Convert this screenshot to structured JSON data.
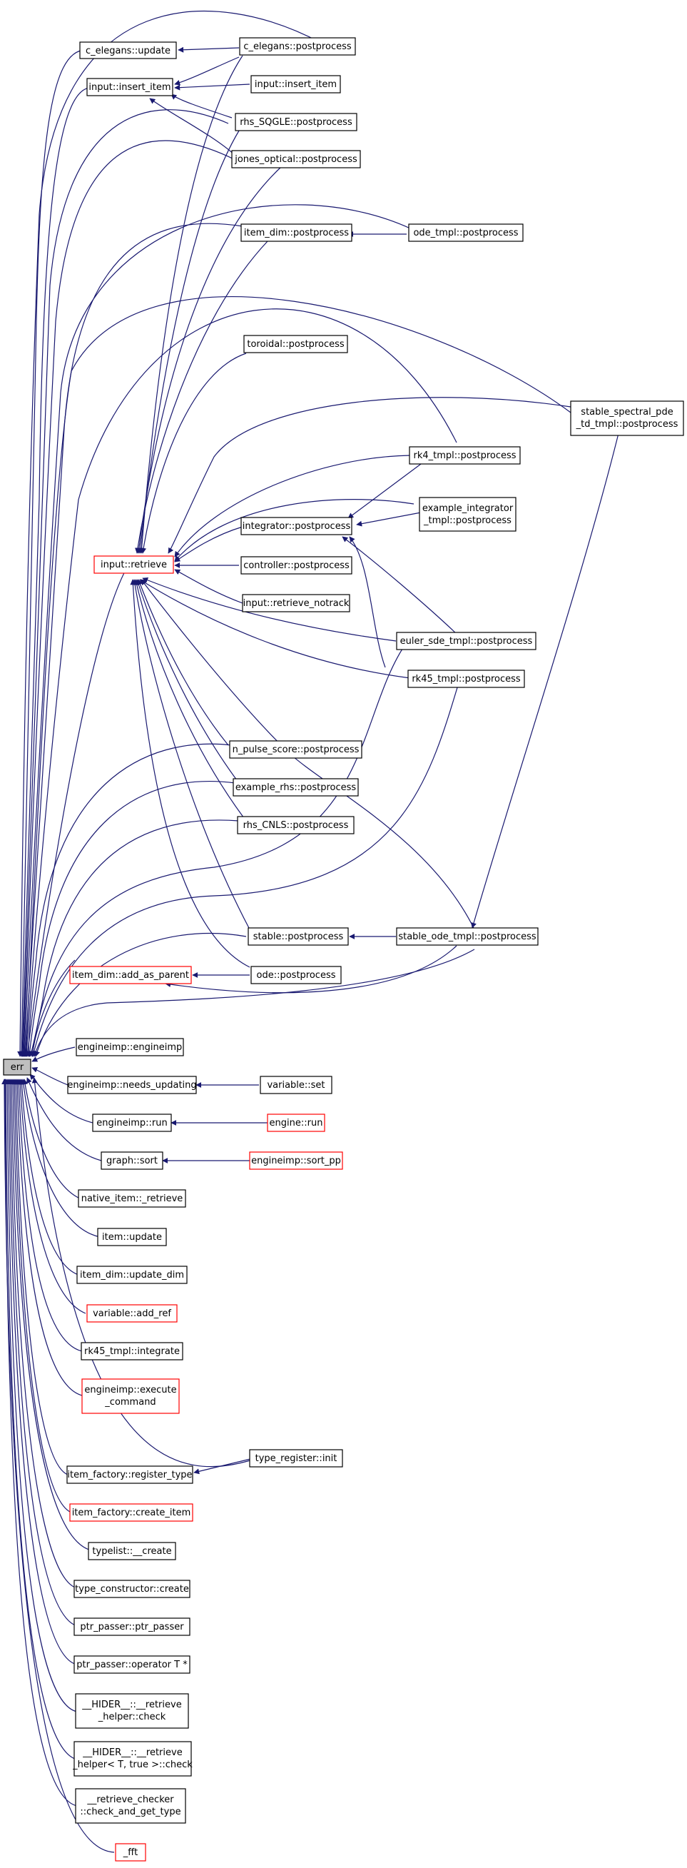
{
  "root": {
    "label": "err",
    "fill": "#bfbfbf"
  },
  "colors": {
    "edge": "#191970",
    "incomplete": "#ff0000",
    "normal": "#000000"
  },
  "nodes": {
    "c_elegans_update": "c_elegans::update",
    "c_elegans_pp": "c_elegans::postprocess",
    "input_insert_item": "input::insert_item",
    "input_insert_item2": "input::insert_item",
    "rhs_sqgle_pp": "rhs_SQGLE::postprocess",
    "jones_optical_pp": "jones_optical::postprocess",
    "item_dim_pp": "item_dim::postprocess",
    "ode_tmpl_pp": "ode_tmpl::postprocess",
    "toroidal_pp": "toroidal::postprocess",
    "stable_spectral_line1": "stable_spectral_pde",
    "stable_spectral_line2": "_td_tmpl::postprocess",
    "rk4_tmpl_pp": "rk4_tmpl::postprocess",
    "example_integrator_line1": "example_integrator",
    "example_integrator_line2": "_tmpl::postprocess",
    "integrator_pp": "integrator::postprocess",
    "input_retrieve": "input::retrieve",
    "controller_pp": "controller::postprocess",
    "input_retrieve_notrack": "input::retrieve_notrack",
    "euler_sde_pp": "euler_sde_tmpl::postprocess",
    "rk45_tmpl_pp": "rk45_tmpl::postprocess",
    "n_pulse_score_pp": "n_pulse_score::postprocess",
    "example_rhs_pp": "example_rhs::postprocess",
    "rhs_cnls_pp": "rhs_CNLS::postprocess",
    "stable_pp": "stable::postprocess",
    "stable_ode_tmpl_pp": "stable_ode_tmpl::postprocess",
    "item_dim_add_as_parent": "item_dim::add_as_parent",
    "ode_pp": "ode::postprocess",
    "engineimp_engineimp": "engineimp::engineimp",
    "engineimp_needs_updating": "engineimp::needs_updating",
    "variable_set": "variable::set",
    "engineimp_run": "engineimp::run",
    "engine_run": "engine::run",
    "graph_sort": "graph::sort",
    "engineimp_sort_pp": "engineimp::sort_pp",
    "native_item_retrieve": "native_item::_retrieve",
    "item_update": "item::update",
    "item_dim_update_dim": "item_dim::update_dim",
    "variable_add_ref": "variable::add_ref",
    "rk45_tmpl_integrate": "rk45_tmpl::integrate",
    "engineimp_execute_line1": "engineimp::execute",
    "engineimp_execute_line2": "_command",
    "type_register_init": "type_register::init",
    "item_factory_register_type": "item_factory::register_type",
    "item_factory_create_item": "item_factory::create_item",
    "typelist_create": "typelist::__create",
    "type_constructor_create": "type_constructor::create",
    "ptr_passer_ptr_passer": "ptr_passer::ptr_passer",
    "ptr_passer_operator": "ptr_passer::operator T *",
    "hider_check1_line1": "__HIDER__::__retrieve",
    "hider_check1_line2": "_helper::check",
    "hider_check2_line1": "__HIDER__::__retrieve",
    "hider_check2_line2": "_helper< T, true >::check",
    "retrieve_checker_line1": "__retrieve_checker",
    "retrieve_checker_line2": "::check_and_get_type",
    "fft": "_fft"
  }
}
